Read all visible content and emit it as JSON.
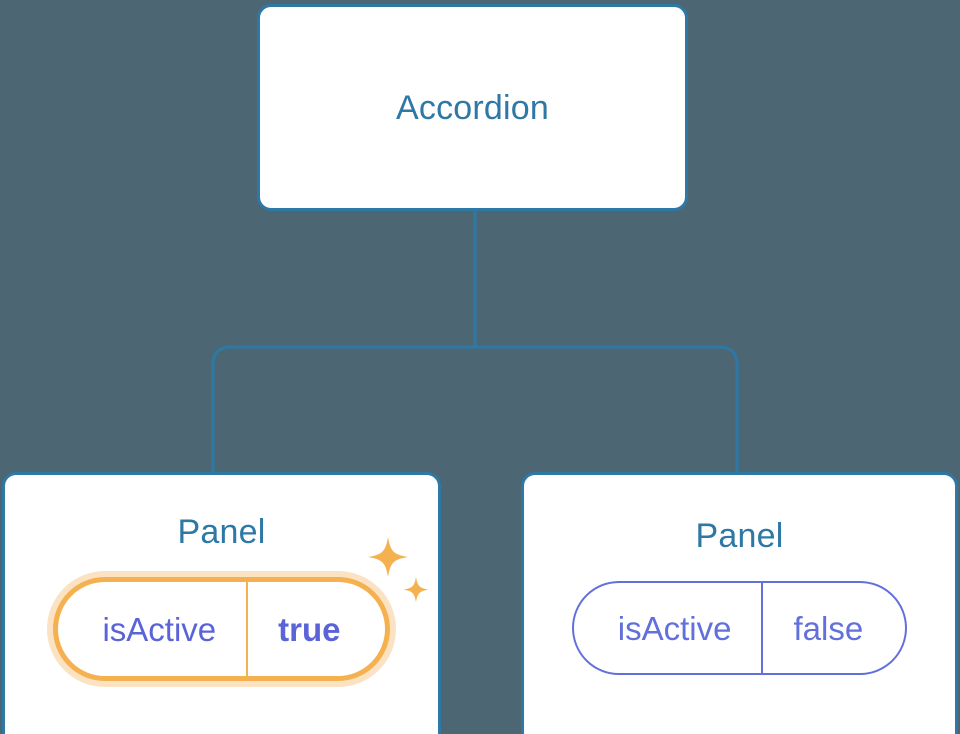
{
  "diagram": {
    "type": "component-tree",
    "background_color": "#4c6773",
    "node_border_color": "#2e78a6",
    "node_title_color": "#2e78a6",
    "pill_color": "#6270db",
    "highlight_color": "#f5b14f",
    "highlight_glow_color": "#f7be78",
    "connector_color": "#2e78a6",
    "root": {
      "title": "Accordion"
    },
    "children": [
      {
        "title": "Panel",
        "highlighted": true,
        "prop": {
          "key": "isActive",
          "value": "true"
        },
        "sparkle_large": "sparkle-icon",
        "sparkle_small": "sparkle-small-icon"
      },
      {
        "title": "Panel",
        "highlighted": false,
        "prop": {
          "key": "isActive",
          "value": "false"
        }
      }
    ]
  }
}
